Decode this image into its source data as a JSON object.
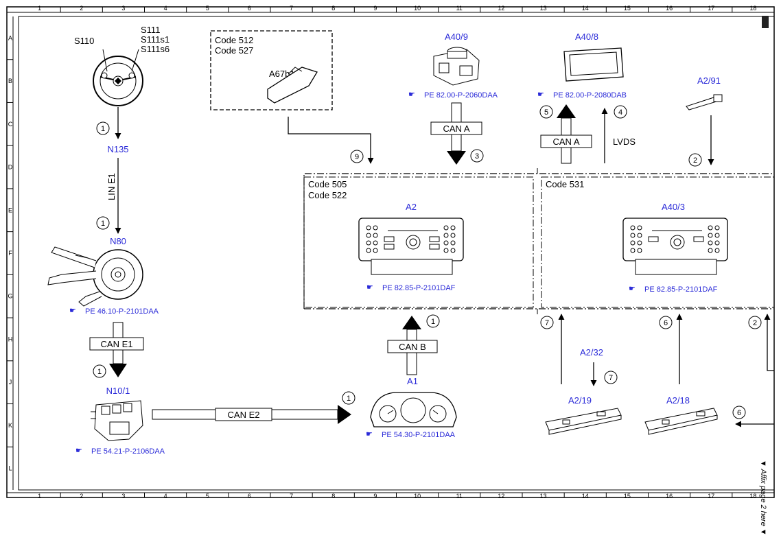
{
  "grid": {
    "columns": [
      "1",
      "2",
      "3",
      "4",
      "5",
      "6",
      "7",
      "8",
      "9",
      "10",
      "11",
      "12",
      "13",
      "14",
      "15",
      "16",
      "17",
      "18"
    ],
    "rows": [
      "A",
      "B",
      "C",
      "D",
      "E",
      "F",
      "G",
      "H",
      "J",
      "K",
      "L"
    ]
  },
  "components": {
    "s110": "S110",
    "s111": "S111",
    "s111s1": "S111s1",
    "s111s6": "S111s6",
    "n135": "N135",
    "n80": "N80",
    "n80_ref": "PE 46.10-P-2101DAA",
    "n10_1": "N10/1",
    "n10_1_ref": "PE 54.21-P-2106DAA",
    "a67b1": "A67b1",
    "code512": "Code 512",
    "code527": "Code 527",
    "a40_9": "A40/9",
    "a40_9_ref": "PE 82.00-P-2060DAA",
    "a40_8": "A40/8",
    "a40_8_ref": "PE 82.00-P-2080DAB",
    "a2_91": "A2/91",
    "code505": "Code 505",
    "code522": "Code 522",
    "a2": "A2",
    "a2_ref": "PE 82.85-P-2101DAF",
    "code531": "Code 531",
    "a40_3": "A40/3",
    "a40_3_ref": "PE 82.85-P-2101DAF",
    "a1": "A1",
    "a1_ref": "PE 54.30-P-2101DAA",
    "a2_32": "A2/32",
    "a2_19": "A2/19",
    "a2_18": "A2/18"
  },
  "buses": {
    "lin_e1": "LIN E1",
    "can_e1": "CAN E1",
    "can_e2": "CAN E2",
    "can_a_1": "CAN A",
    "can_a_2": "CAN A",
    "lvds": "LVDS",
    "can_b": "CAN B"
  },
  "markers": {
    "m1a": "1",
    "m1b": "1",
    "m1c": "1",
    "m1d": "1",
    "m1e": "1",
    "m2a": "2",
    "m2b": "2",
    "m3": "3",
    "m4": "4",
    "m5": "5",
    "m6a": "6",
    "m6b": "6",
    "m7a": "7",
    "m7b": "7",
    "m9": "9"
  },
  "page_note": "▼ Affix page 2 here ▼",
  "colors": {
    "component_label": "#2a2ad8",
    "line": "#000000"
  }
}
